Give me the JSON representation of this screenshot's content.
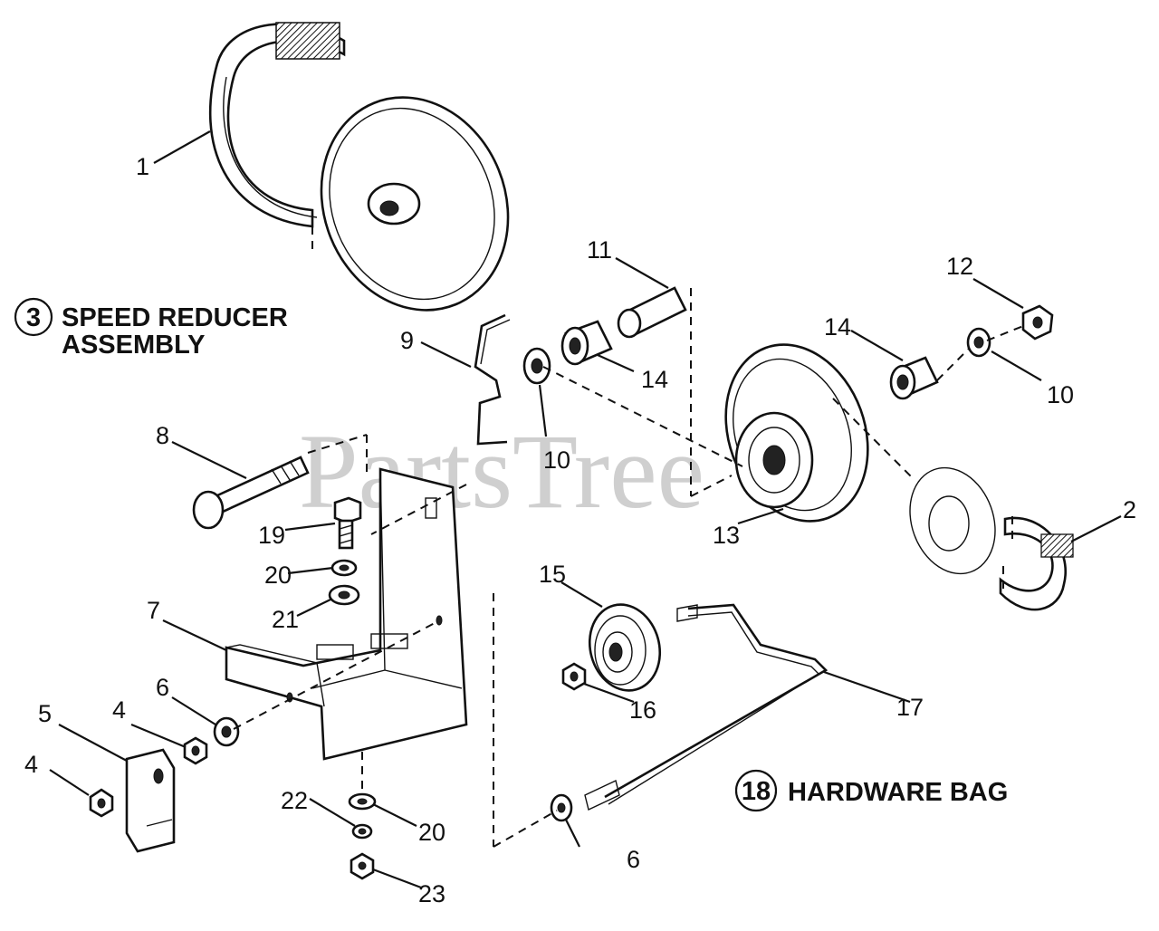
{
  "watermark": "PartsTree",
  "titles": [
    {
      "number": "3",
      "line1": "SPEED REDUCER",
      "line2": "ASSEMBLY"
    },
    {
      "number": "18",
      "line1": "HARDWARE BAG",
      "line2": ""
    }
  ],
  "callouts": [
    {
      "id": "c1",
      "text": "1"
    },
    {
      "id": "c2",
      "text": "2"
    },
    {
      "id": "c4a",
      "text": "4"
    },
    {
      "id": "c4b",
      "text": "4"
    },
    {
      "id": "c5",
      "text": "5"
    },
    {
      "id": "c6a",
      "text": "6"
    },
    {
      "id": "c6b",
      "text": "6"
    },
    {
      "id": "c7",
      "text": "7"
    },
    {
      "id": "c8",
      "text": "8"
    },
    {
      "id": "c9",
      "text": "9"
    },
    {
      "id": "c10a",
      "text": "10"
    },
    {
      "id": "c10b",
      "text": "10"
    },
    {
      "id": "c11",
      "text": "11"
    },
    {
      "id": "c12",
      "text": "12"
    },
    {
      "id": "c13",
      "text": "13"
    },
    {
      "id": "c14a",
      "text": "14"
    },
    {
      "id": "c14b",
      "text": "14"
    },
    {
      "id": "c15",
      "text": "15"
    },
    {
      "id": "c16",
      "text": "16"
    },
    {
      "id": "c17",
      "text": "17"
    },
    {
      "id": "c19",
      "text": "19"
    },
    {
      "id": "c20a",
      "text": "20"
    },
    {
      "id": "c20b",
      "text": "20"
    },
    {
      "id": "c21",
      "text": "21"
    },
    {
      "id": "c22",
      "text": "22"
    },
    {
      "id": "c23",
      "text": "23"
    }
  ]
}
